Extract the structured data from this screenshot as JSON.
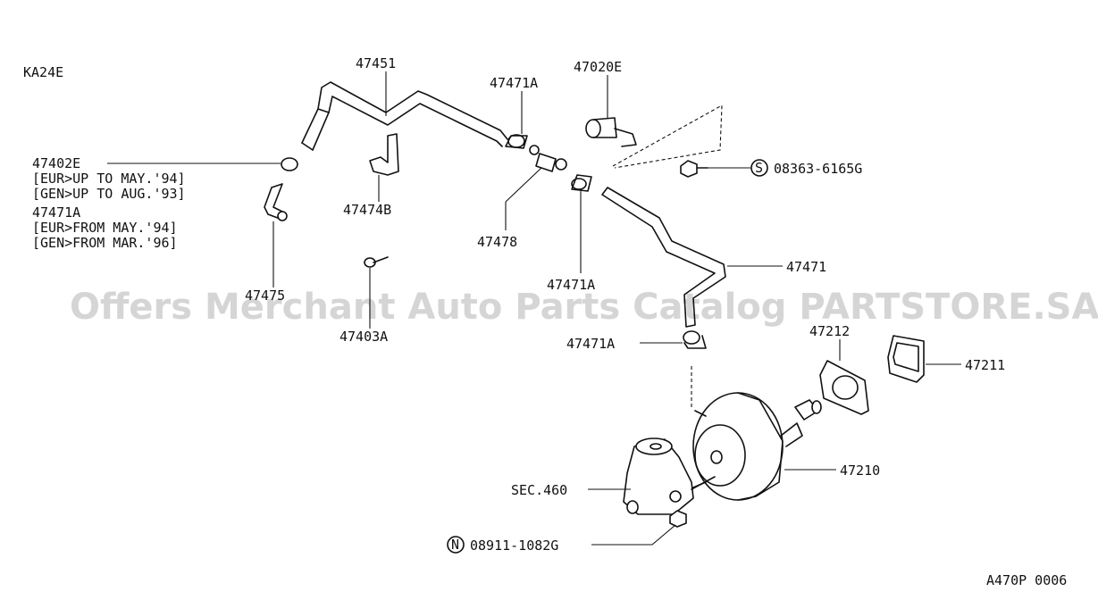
{
  "engine_code": "KA24E",
  "figure_code": "A470P 0006",
  "watermark": "Offers Merchant Auto Parts Catalog PARTSTORE.SA",
  "labels": {
    "p47451": "47451",
    "p47471A_top": "47471A",
    "p47020E": "47020E",
    "p47402E": "47402E",
    "note_eur_to": "[EUR>UP TO MAY.'94]",
    "note_gen_to": "[GEN>UP TO AUG.'93]",
    "p47471A_left": "47471A",
    "note_eur_from": "[EUR>FROM MAY.'94]",
    "note_gen_from": "[GEN>FROM MAR.'96]",
    "p47474B": "47474B",
    "s08363": "08363-6165G",
    "s_symbol": "S",
    "p47478": "47478",
    "p47471A_mid": "47471A",
    "p47471": "47471",
    "p47475": "47475",
    "p47403A": "47403A",
    "p47471A_low": "47471A",
    "p47212": "47212",
    "p47211": "47211",
    "p47210": "47210",
    "sec460": "SEC.460",
    "n08911": "08911-1082G",
    "n_symbol": "N"
  }
}
